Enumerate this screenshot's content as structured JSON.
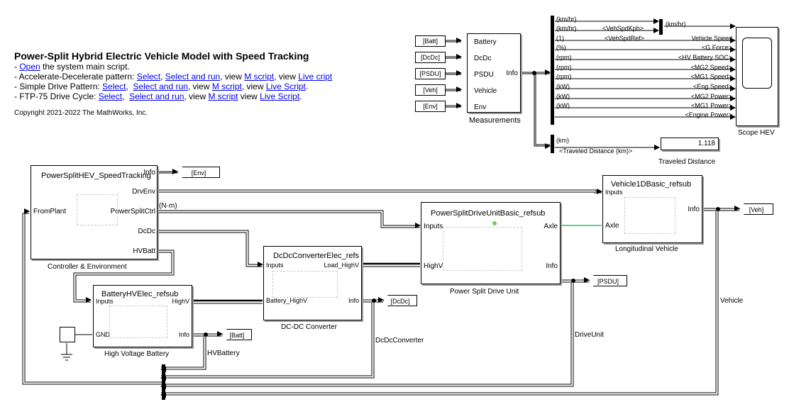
{
  "annotation": {
    "title": "Power-Split Hybrid Electric Vehicle Model with Speed Tracking",
    "line1_link": "Open",
    "line1_rest": " the system main script.",
    "line2_prefix": "- Accelerate-Decelerate pattern: ",
    "line2_select": "Select",
    "line2_selectrun": "Select and run",
    "line2_view": ", view ",
    "line2_mscript": "M script",
    "line2_view2": ", view ",
    "line2_live": "Live cript",
    "line3_prefix": "- Simple Drive Pattern: ",
    "line3_select": "Select",
    "line3_selectrun": "Select and run",
    "line3_view": ", view ",
    "line3_mscript": "M script",
    "line3_view2": ", view ",
    "line3_live": "Live Script",
    "line4_prefix": "- FTP-75 Drive Cycle: ",
    "line4_select": "Select",
    "line4_selectrun": "Select and run",
    "line4_view": ", view ",
    "line4_mscript": "M script",
    "line4_view2": " view ",
    "line4_live": "Live Script",
    "copyright": "Copyright 2021-2022 The MathWorks, Inc."
  },
  "measurements": {
    "caption": "Measurements",
    "froms": [
      "[Batt]",
      "[DcDc]",
      "[PSDU]",
      "[Veh]",
      "[Env]"
    ],
    "inputs": [
      "Battery",
      "DcDc",
      "PSDU",
      "Vehicle",
      "Env"
    ],
    "output": "Info"
  },
  "bus_units": [
    "(km/hr)",
    "(km/hr)",
    "(1)",
    "(%)",
    "(rpm)",
    "(rpm)",
    "(rpm)",
    "(kW)",
    "(kW)",
    "(kW)"
  ],
  "bus_signals": [
    "<VehSpdKph>",
    "<VehSpdRef>",
    "Vehicle Speed",
    "<G Force>",
    "<HV Battery SOC>",
    "<MG2 Speed>",
    "<MG1 Speed>",
    "<Eng Speed>",
    "<MG2 Power>",
    "<MG1 Power>",
    "<Engine Power>"
  ],
  "mux_out_unit": "(km/hr)",
  "scope_caption": "Scope HEV",
  "distance": {
    "unit": "(km)",
    "signal": "<Traveled Distance (km)>",
    "value": "1.118",
    "caption": "Traveled Distance"
  },
  "controller": {
    "title": "PowerSplitHEV_SpeedTracking",
    "caption": "Controller & Environment",
    "in_port": "FromPlant",
    "out_ports": [
      "Info",
      "DrvEnv",
      "PowerSplitCtrl",
      "DcDc",
      "HVBatt"
    ],
    "goto_env": "[Env]",
    "unit_nm": "(N·m)"
  },
  "vehicle": {
    "title": "Vehicle1DBasic_refsub",
    "caption": "Longitudinal Vehicle",
    "in_ports": [
      "Inputs",
      "Axle"
    ],
    "out_port": "Info",
    "goto": "[Veh]",
    "line_label": "Vehicle"
  },
  "driveunit": {
    "title": "PowerSplitDriveUnitBasic_refsub",
    "caption": "Power Split Drive Unit",
    "in_ports": [
      "Inputs",
      "HighV"
    ],
    "out_ports": [
      "Axle",
      "Info"
    ],
    "goto": "[PSDU]",
    "line_label": "DriveUnit"
  },
  "dcdc": {
    "title": "DcDcConverterElec_refs",
    "caption": "DC-DC Converter",
    "in_ports": [
      "Inputs",
      "Battery_HighV"
    ],
    "out_ports": [
      "Load_HighV",
      "Info"
    ],
    "goto": "[DcDc]",
    "line_label": "DcDcConverter"
  },
  "battery": {
    "title": "BatteryHVElec_refsub",
    "caption": "High Voltage Battery",
    "in_ports": [
      "Inputs",
      "GND"
    ],
    "out_ports": [
      "HighV",
      "Info"
    ],
    "goto": "[Batt]",
    "line_label": "HVBattery"
  },
  "colors": {
    "link": "#0000ee",
    "physical_line": "#00b050"
  }
}
